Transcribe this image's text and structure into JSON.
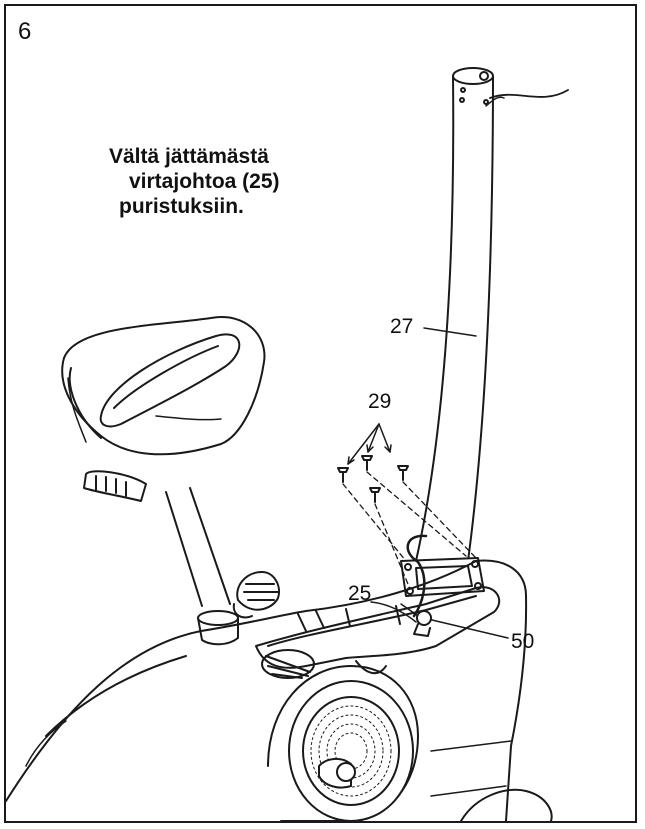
{
  "step": {
    "number": "6"
  },
  "warning": {
    "line1": "Vältä jättämästä",
    "line2": "virtajohtoa (25)",
    "line3": "puristuksiin."
  },
  "callouts": {
    "upright": "27",
    "screws": "29",
    "wire": "25",
    "bolt": "50"
  }
}
